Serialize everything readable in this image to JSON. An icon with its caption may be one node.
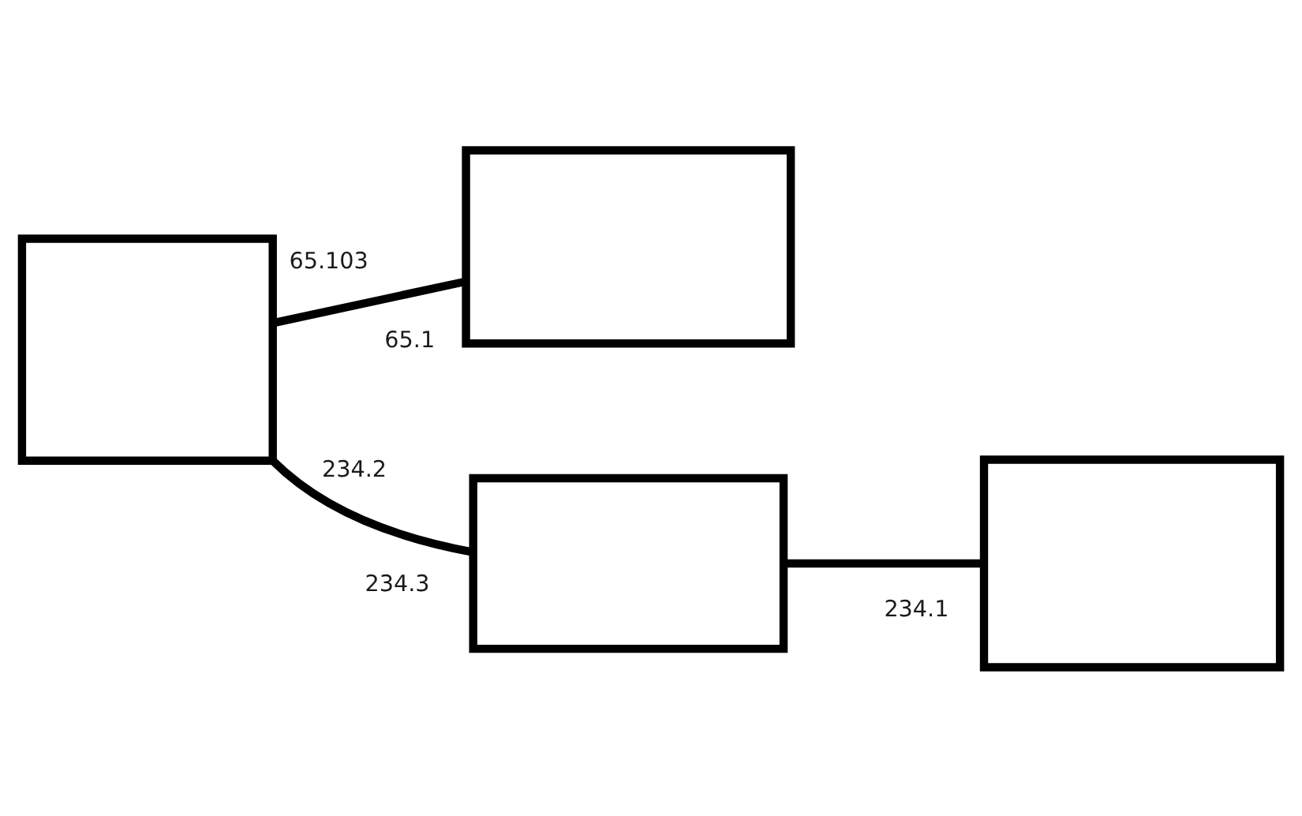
{
  "diagram": {
    "nodes": [
      {
        "text": [],
        "shape": "box",
        "beside": [
          "65.103",
          "234.2"
        ]
      },
      {
        "text": [],
        "shape": "box",
        "beside": [
          "65.1"
        ]
      },
      {
        "text": [],
        "shape": "box",
        "beside": [
          "234.3"
        ]
      },
      {
        "text": [],
        "shape": "box",
        "beside": [
          "234.1"
        ]
      }
    ],
    "edges": [
      {
        "from": 0,
        "to": 1,
        "arrow": "none"
      },
      {
        "from": 0,
        "to": 2,
        "arrow": "none"
      },
      {
        "from": 2,
        "to": 3,
        "arrow": "none"
      }
    ]
  }
}
